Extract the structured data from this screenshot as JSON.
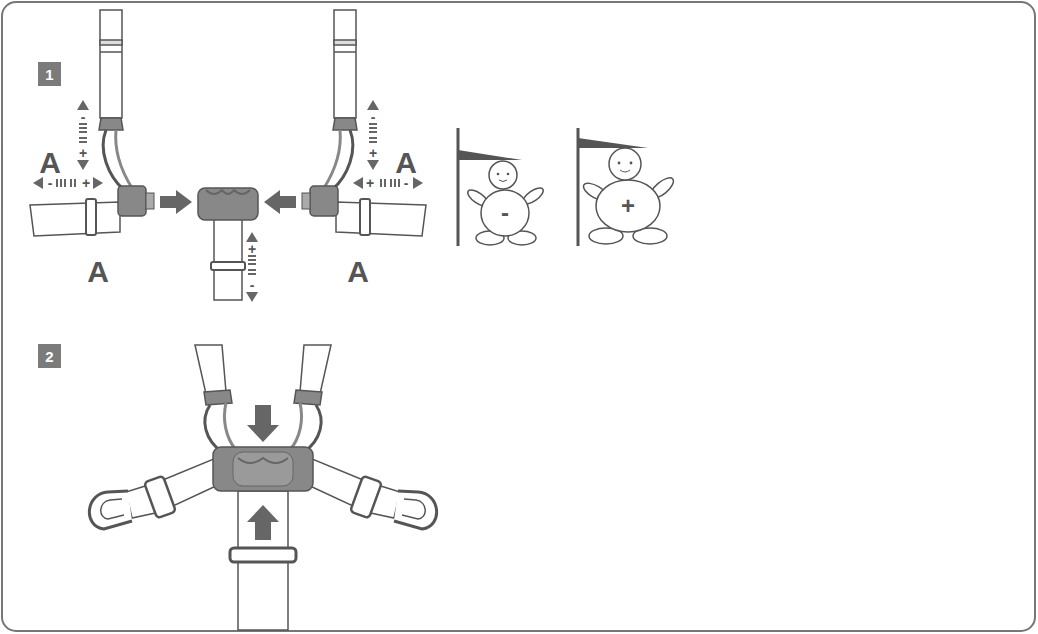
{
  "diagram": {
    "nodes": [
      {
        "text": [
          "1"
        ]
      },
      {
        "text": [
          "2"
        ]
      }
    ],
    "labels": [
      "A",
      "-",
      "+",
      "-",
      "+",
      "A",
      "-",
      "+",
      "-",
      "+",
      "+",
      "-",
      "+",
      "-",
      "A",
      "A"
    ]
  }
}
